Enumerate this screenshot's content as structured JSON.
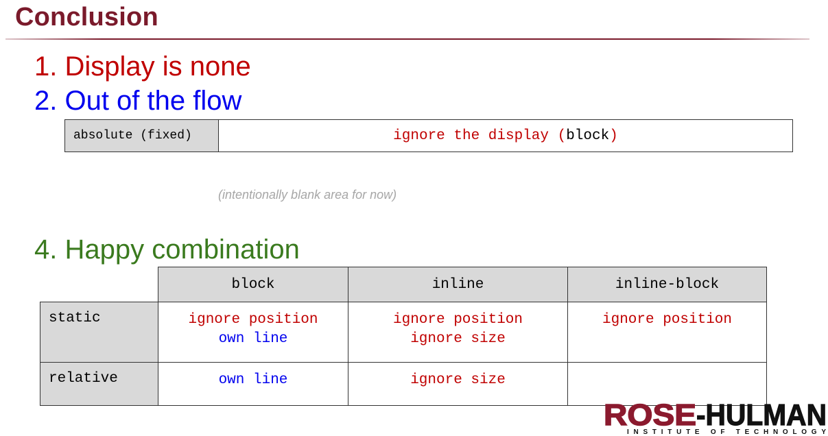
{
  "title": "Conclusion",
  "points": {
    "p1": "1. Display is none",
    "p2": "2. Out of the flow",
    "p4": "4. Happy combination"
  },
  "absolute_row": {
    "key": "absolute (fixed)",
    "value_pre": "ignore the display (",
    "value_block": "block",
    "value_post": ")"
  },
  "blank_note": "(intentionally blank area for now)",
  "combo_table": {
    "columns": [
      "block",
      "inline",
      "inline-block"
    ],
    "rows": [
      {
        "label": "static",
        "block": {
          "red": "ignore position",
          "blue": "own line"
        },
        "inline": {
          "red1": "ignore position",
          "red2": "ignore size"
        },
        "inline_block": {
          "red": "ignore position"
        }
      },
      {
        "label": "relative",
        "block": {
          "blue": "own line"
        },
        "inline": {
          "red": "ignore size"
        },
        "inline_block": {}
      }
    ]
  },
  "logo": {
    "name": "ROSE-HULMAN",
    "tagline": "INSTITUTE OF TECHNOLOGY",
    "colors": {
      "rose": "#8b1a2e",
      "hulman": "#111111"
    }
  },
  "colors": {
    "title": "#7a1a2b",
    "red": "#c00000",
    "blue": "#0000ee",
    "green": "#3a7a1e",
    "header_fill": "#d9d9d9",
    "note": "#a6a6a6"
  }
}
